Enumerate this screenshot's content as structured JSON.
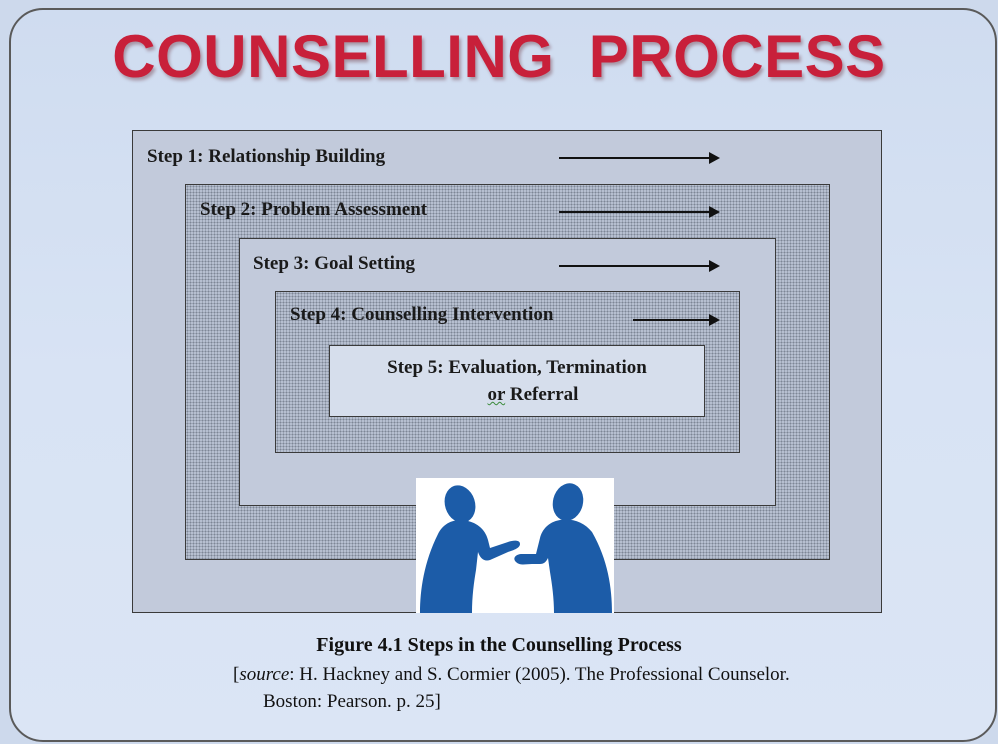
{
  "title": "COUNSELLING  PROCESS",
  "steps": [
    {
      "label": "Step 1: Relationship Building"
    },
    {
      "label": "Step 2: Problem Assessment"
    },
    {
      "label": "Step 3: Goal Setting"
    },
    {
      "label": "Step 4: Counselling Intervention"
    },
    {
      "label_line1": "Step 5: Evaluation, Termination",
      "label_line2_word": "or",
      "label_line2_rest": " Referral"
    }
  ],
  "figure": {
    "caption": "Figure 4.1 Steps in the Counselling Process",
    "source_open": "[",
    "source_word": "source",
    "source_line1_rest": ": H. Hackney and S. Cormier (2005). The Professional Counselor.",
    "source_line2": "Boston: Pearson. p. 25]"
  },
  "image": {
    "icon": "two-people-talking-silhouette",
    "color": "#1c5ca8"
  },
  "colors": {
    "title": "#c8203a"
  }
}
